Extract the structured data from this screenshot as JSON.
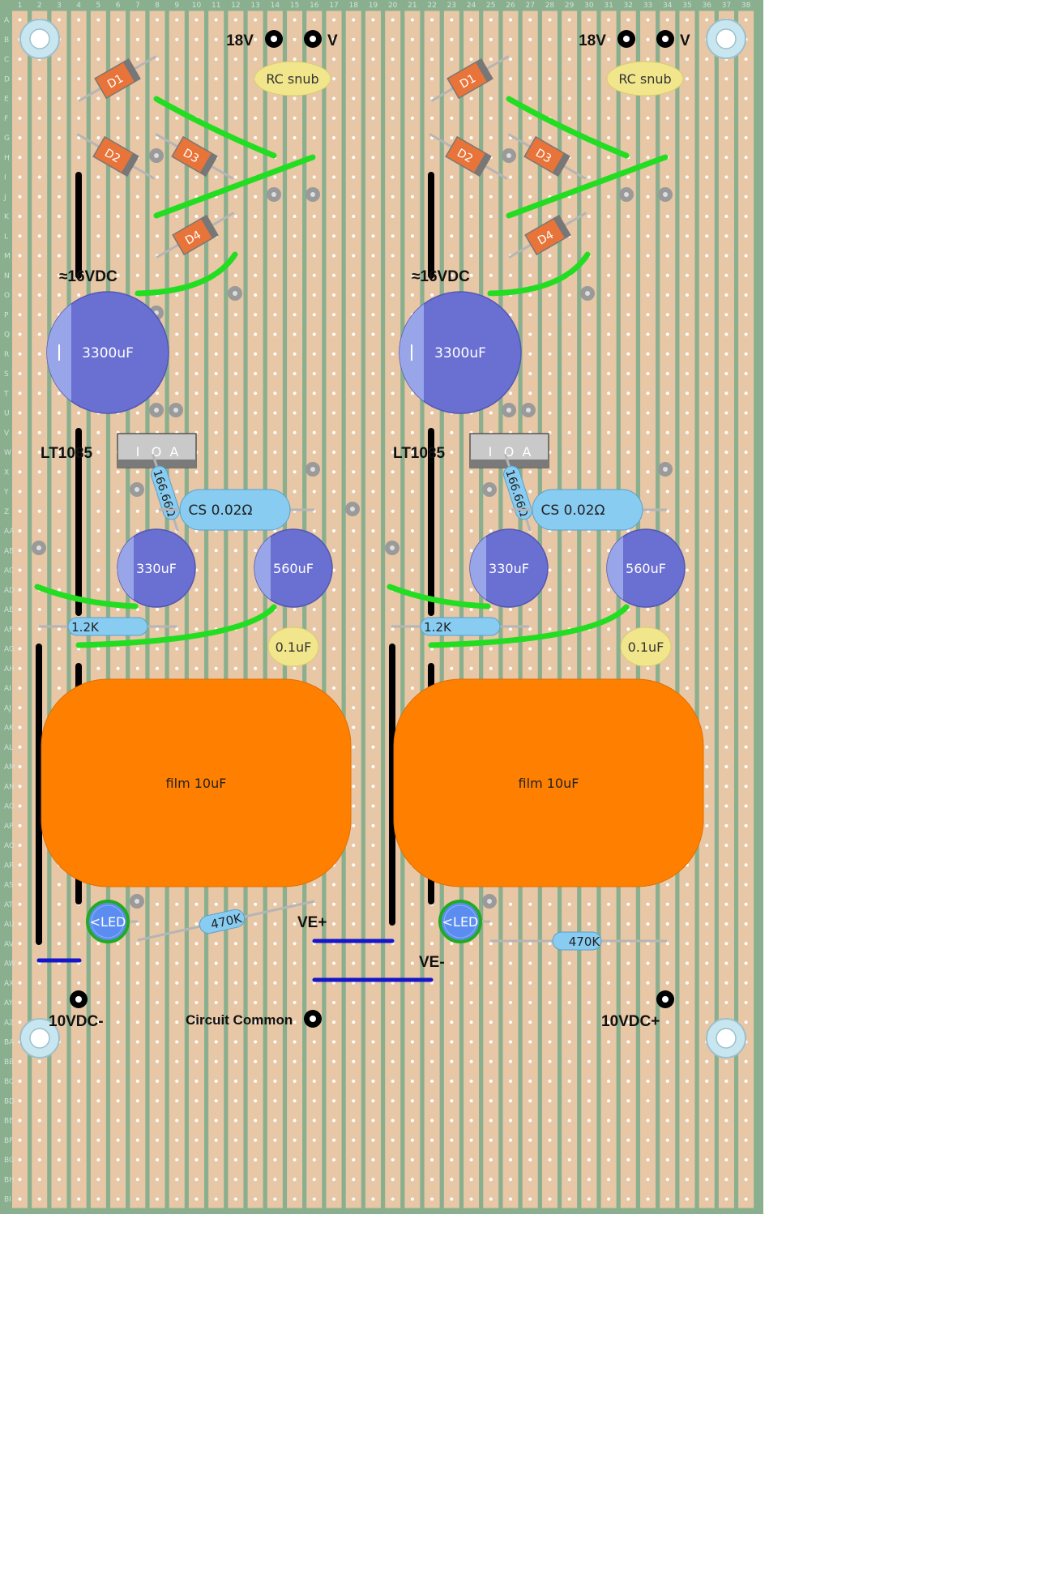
{
  "colors": {
    "board": "#8aaf8f",
    "strip": "#e7c7a5",
    "gap": "#8aaf8f",
    "hole": "#ffffff",
    "green_wire": "#22dd22",
    "black_wire": "#000000",
    "blue_wire": "#1515cc",
    "electrolytic": "#6a6fd2",
    "electrolytic_band": "#98a5e8",
    "film_cap": "#ff8000",
    "ceramic": "#f2e68c",
    "diode": "#e8743a",
    "resistor": "#88ccf2",
    "led": "#5b8df0",
    "mount": "#c8e6f0"
  },
  "ruler": {
    "columns": [
      "1",
      "2",
      "3",
      "4",
      "5",
      "6",
      "7",
      "8",
      "9",
      "10",
      "11",
      "12",
      "13",
      "14",
      "15",
      "16",
      "17",
      "18",
      "19",
      "20",
      "21",
      "22",
      "23",
      "24",
      "25",
      "26",
      "27",
      "28",
      "29",
      "30",
      "31",
      "32",
      "33",
      "34",
      "35",
      "36",
      "37",
      "38"
    ],
    "rows": [
      "A",
      "B",
      "C",
      "D",
      "E",
      "F",
      "G",
      "H",
      "I",
      "J",
      "K",
      "L",
      "M",
      "N",
      "O",
      "P",
      "Q",
      "R",
      "S",
      "T",
      "U",
      "V",
      "W",
      "X",
      "Y",
      "Z",
      "AA",
      "AB",
      "AC",
      "AD",
      "AE",
      "AF",
      "AG",
      "AH",
      "AI",
      "AJ",
      "AK",
      "AL",
      "AM",
      "AN",
      "AO",
      "AP",
      "AQ",
      "AR",
      "AS",
      "AT",
      "AU",
      "AV",
      "AW",
      "AX",
      "AY",
      "AZ",
      "BA",
      "BB",
      "BC",
      "BD",
      "BE",
      "BF",
      "BG",
      "BH",
      "BI"
    ]
  },
  "labels": {
    "in_18v": "18V",
    "in_v": "V",
    "rc_snub": "RC snub",
    "vdc16": "≈16VDC",
    "regulator": "LT1085",
    "pin_i": "I",
    "pin_o": "O",
    "pin_a": "A",
    "ve_plus": "VE+",
    "ve_minus": "VE-",
    "out_neg": "10VDC-",
    "out_pos": "10VDC+",
    "circuit_common": "Circuit Common"
  },
  "components": {
    "d1": "D1",
    "d2": "D2",
    "d3": "D3",
    "d4": "D4",
    "cap_main": "3300uF",
    "cap_330": "330uF",
    "cap_560": "560uF",
    "cs": "CS 0.02Ω",
    "r_166": "166.66Ω",
    "r_1k2": "1.2K",
    "c_01": "0.1uF",
    "film": "film 10uF",
    "led": "<LED",
    "r_470k": "470K"
  }
}
